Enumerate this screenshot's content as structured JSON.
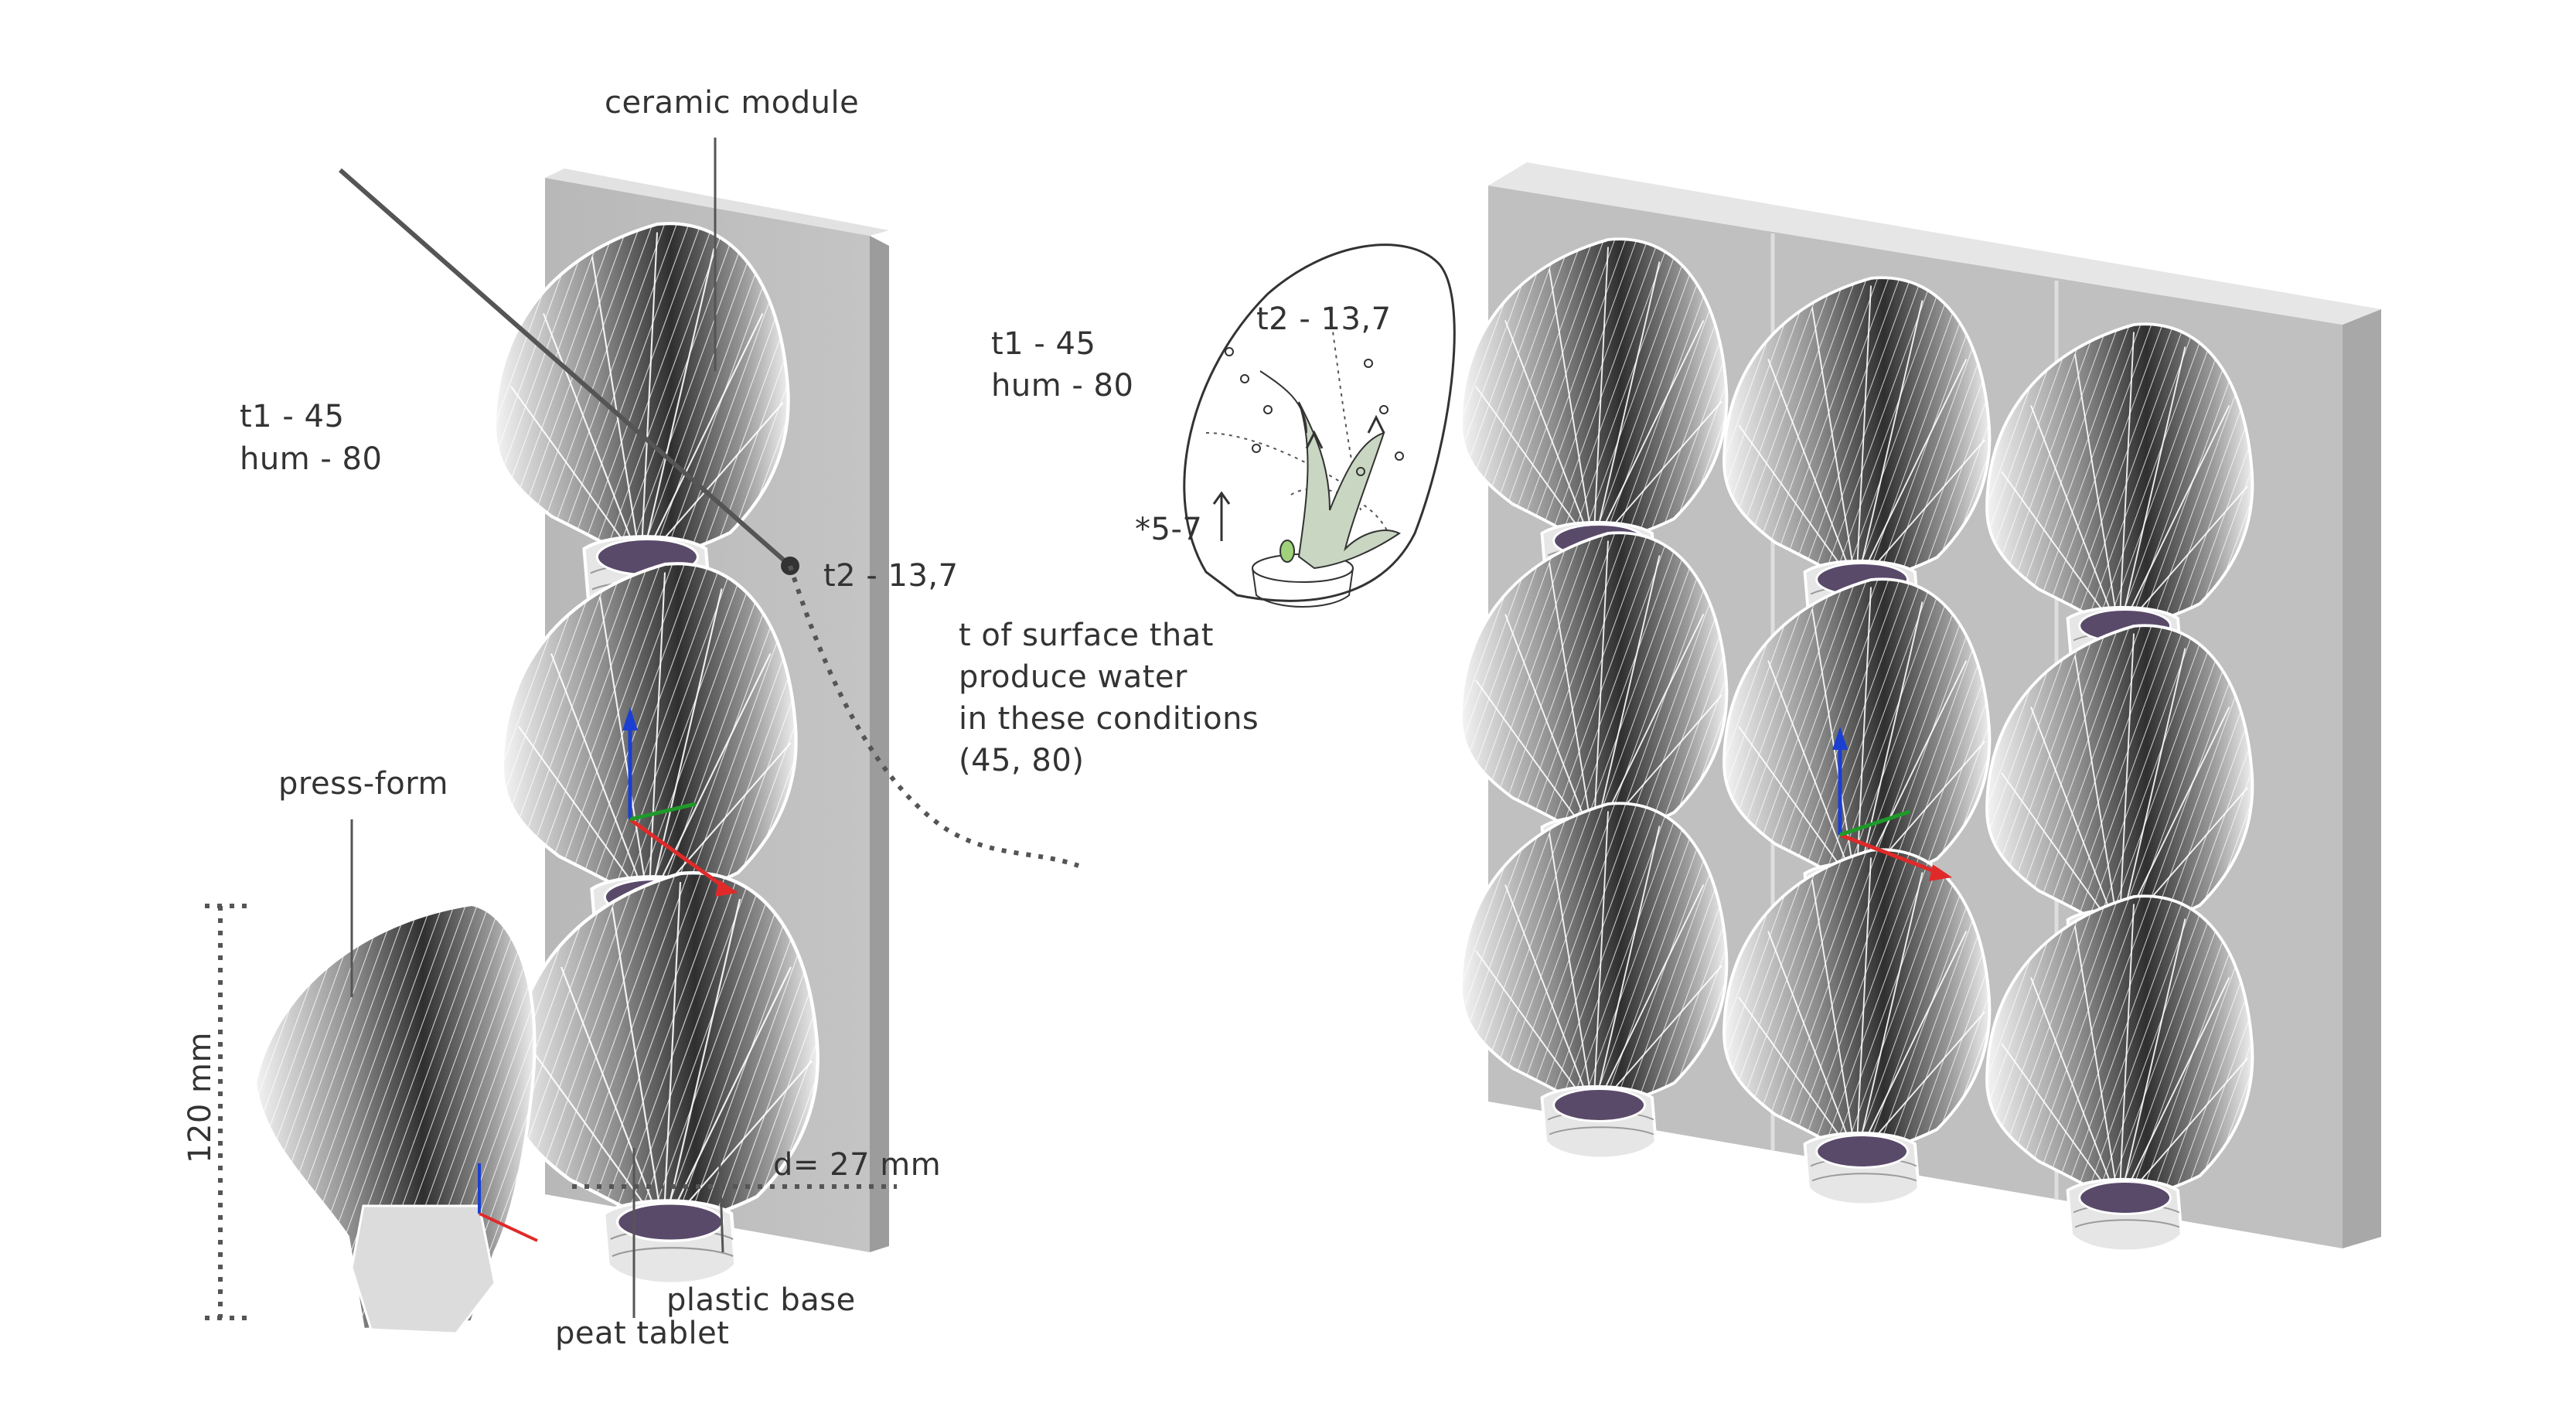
{
  "labels": {
    "ceramic_module": "ceramic module",
    "left_t1": "t1 - 45",
    "left_hum": "hum - 80",
    "left_t2": "t2 - 13,7",
    "surface_note": [
      "t of surface that",
      "produce water",
      "in these conditions",
      "(45, 80)"
    ],
    "press_form": "press-form",
    "height": "120 mm",
    "depth": "d= 27 mm",
    "plastic_base": "plastic base",
    "peat_tablet": "peat tablet",
    "detail_t1": "t1 - 45",
    "detail_hum": "hum - 80",
    "detail_t2": "t2 - 13,7",
    "detail_rise": "*5-7"
  },
  "colors": {
    "panel": "#bdbdbd",
    "panel_edge": "#d9d9d9",
    "fin_dark": "#3a3a3a",
    "fin_light": "#f2f2f2",
    "tablet": "#5a4a6a",
    "leader": "#555555",
    "plant": "#c9d6c2"
  },
  "icons": [
    "axis-gizmo-icon",
    "up-arrow-icon"
  ]
}
